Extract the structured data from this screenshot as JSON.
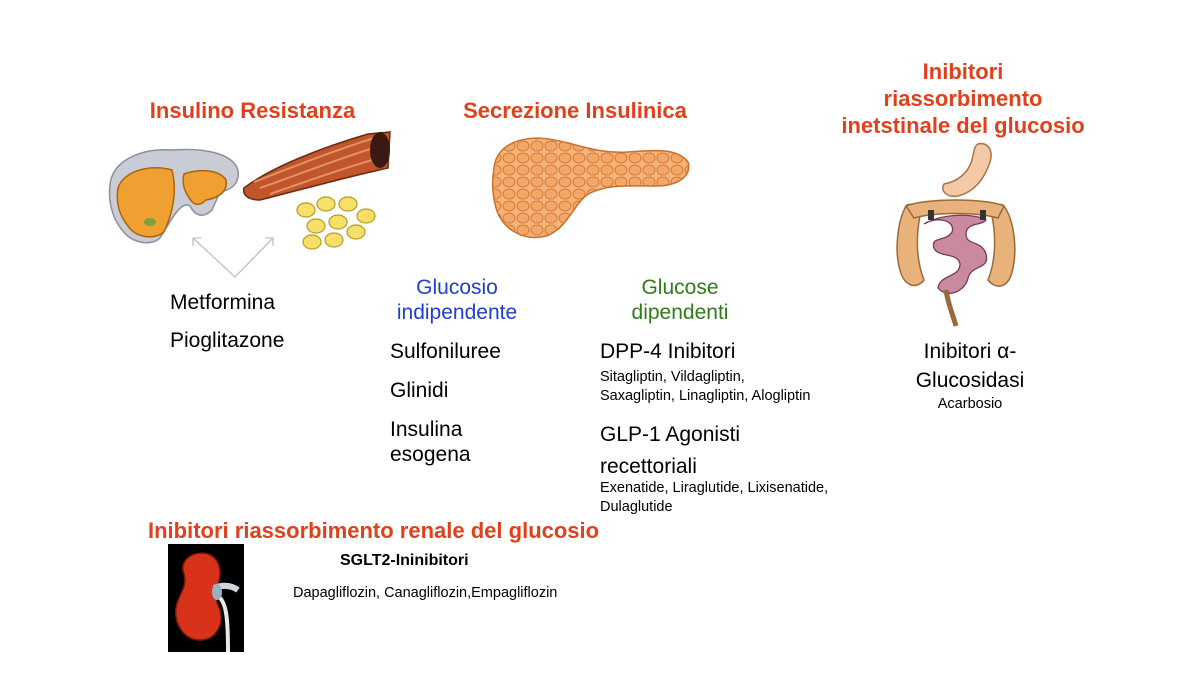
{
  "headings": {
    "insulin_resistance": "Insulino Resistanza",
    "insulin_secretion": "Secrezione Insulinica",
    "intestinal": [
      "Inibitori",
      "riassorbimento",
      "inetstinale del glucosio"
    ],
    "renal": "Inibitori riassorbimento renale del glucosio"
  },
  "resistance_drugs": [
    "Metformina",
    "Pioglitazone"
  ],
  "glucose_independent": {
    "title": [
      "Glucosio",
      "indipendente"
    ],
    "drugs": [
      "Sulfoniluree",
      "Glinidi"
    ],
    "insulin": [
      "Insulina",
      "esogena"
    ]
  },
  "glucose_dependent": {
    "title": [
      "Glucose",
      "dipendenti"
    ],
    "dpp4": {
      "name": "DPP-4 Inibitori",
      "members": [
        "Sitagliptin, Vildagliptin,",
        "Saxagliptin, Linagliptin, Alogliptin"
      ]
    },
    "glp1": {
      "name": [
        "GLP-1 Agonisti",
        "recettoriali"
      ],
      "members": [
        "Exenatide, Liraglutide, Lixisenatide,",
        "Dulaglutide"
      ]
    }
  },
  "alpha_glucosidase": {
    "name": [
      "Inibitori α-",
      "Glucosidasi"
    ],
    "member": "Acarbosio"
  },
  "sglt2": {
    "name": "SGLT2-Ininibitori",
    "members": "Dapagliflozin, Canagliflozin,Empagliflozin"
  },
  "colors": {
    "heading": "#e0401c",
    "independent": "#1f3fd0",
    "dependent": "#2f7d17",
    "organ_orange": "#f0a030",
    "muscle": "#c0562a",
    "kidney": "#d8331a"
  },
  "icons": [
    "liver-icon",
    "muscle-icon",
    "fat-cells-icon",
    "pancreas-icon",
    "intestine-icon",
    "kidney-icon",
    "arrows-icon"
  ]
}
